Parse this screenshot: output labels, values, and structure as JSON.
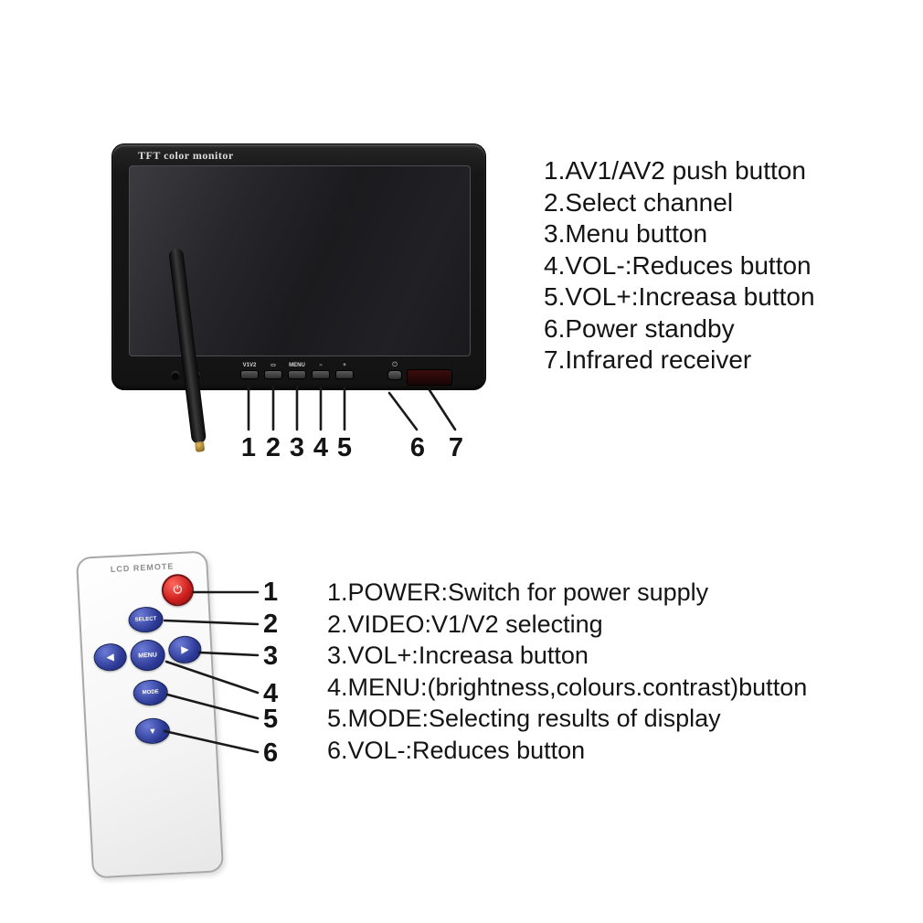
{
  "monitor": {
    "title": "TFT color monitor",
    "bezel_labels": [
      "V1V2",
      "▭",
      "MENU",
      "−",
      "+"
    ],
    "power_glyph": "⏻",
    "callouts": [
      "1",
      "2",
      "3",
      "4",
      "5",
      "6",
      "7"
    ],
    "legend": [
      "1.AV1/AV2 push button",
      "2.Select channel",
      "3.Menu button",
      "4.VOL-:Reduces button",
      "5.VOL+:Increasa button",
      "6.Power standby",
      "7.Infrared receiver"
    ]
  },
  "remote": {
    "title": "LCD REMOTE",
    "power_glyph": "⏻",
    "buttons": {
      "select": "SELECT",
      "menu": "MENU",
      "mode": "MODE",
      "left": "◀",
      "right": "▶",
      "down": "▼"
    },
    "callouts": [
      "1",
      "2",
      "3",
      "4",
      "5",
      "6"
    ],
    "legend": [
      "1.POWER:Switch for power supply",
      "2.VIDEO:V1/V2 selecting",
      "3.VOL+:Increasa button",
      "4.MENU:(brightness,colours.contrast)button",
      "5.MODE:Selecting results of display",
      "6.VOL-:Reduces button"
    ]
  }
}
